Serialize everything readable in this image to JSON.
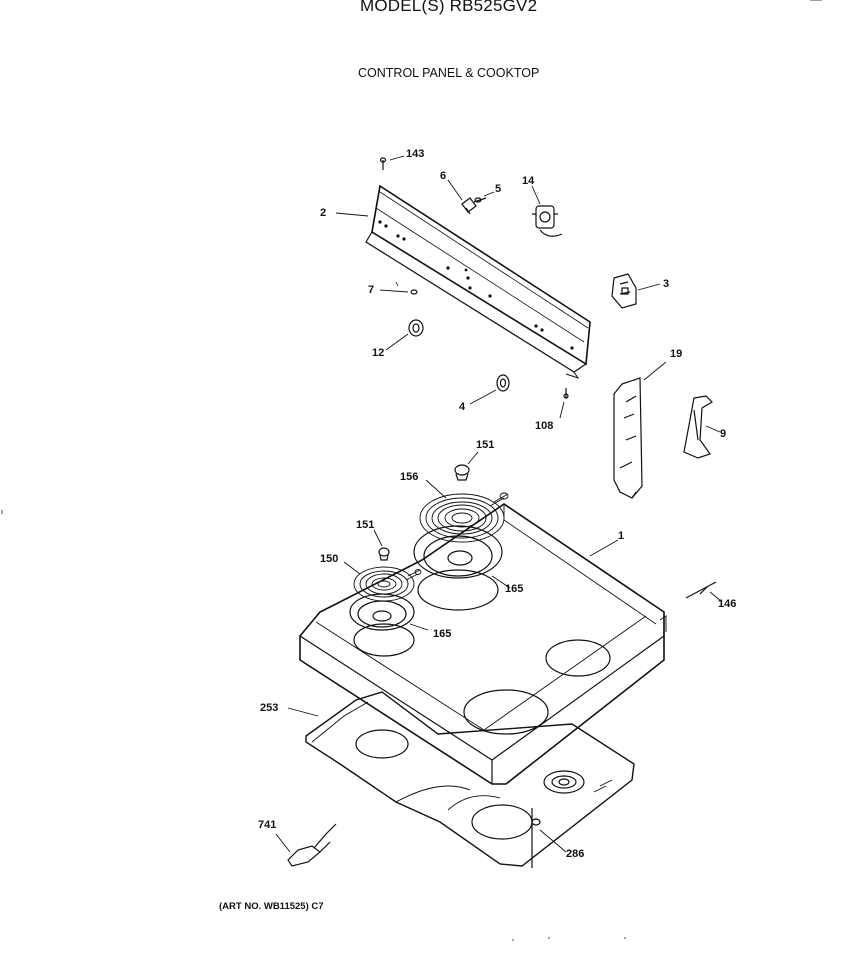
{
  "header": {
    "model": "MODEL(S) RB525GV2",
    "section": "CONTROL PANEL & COOKTOP"
  },
  "footer": {
    "art_no": "(ART NO. WB11525) C7"
  },
  "callouts": {
    "p143": "143",
    "p2": "2",
    "p6": "6",
    "p5": "5",
    "p14": "14",
    "p3": "3",
    "p7": "7",
    "p12": "12",
    "p4": "4",
    "p108": "108",
    "p19": "19",
    "p9": "9",
    "p151a": "151",
    "p156": "156",
    "p151b": "151",
    "p150": "150",
    "p165a": "165",
    "p165b": "165",
    "p1": "1",
    "p146": "146",
    "p253": "253",
    "p741": "741",
    "p286": "286"
  }
}
